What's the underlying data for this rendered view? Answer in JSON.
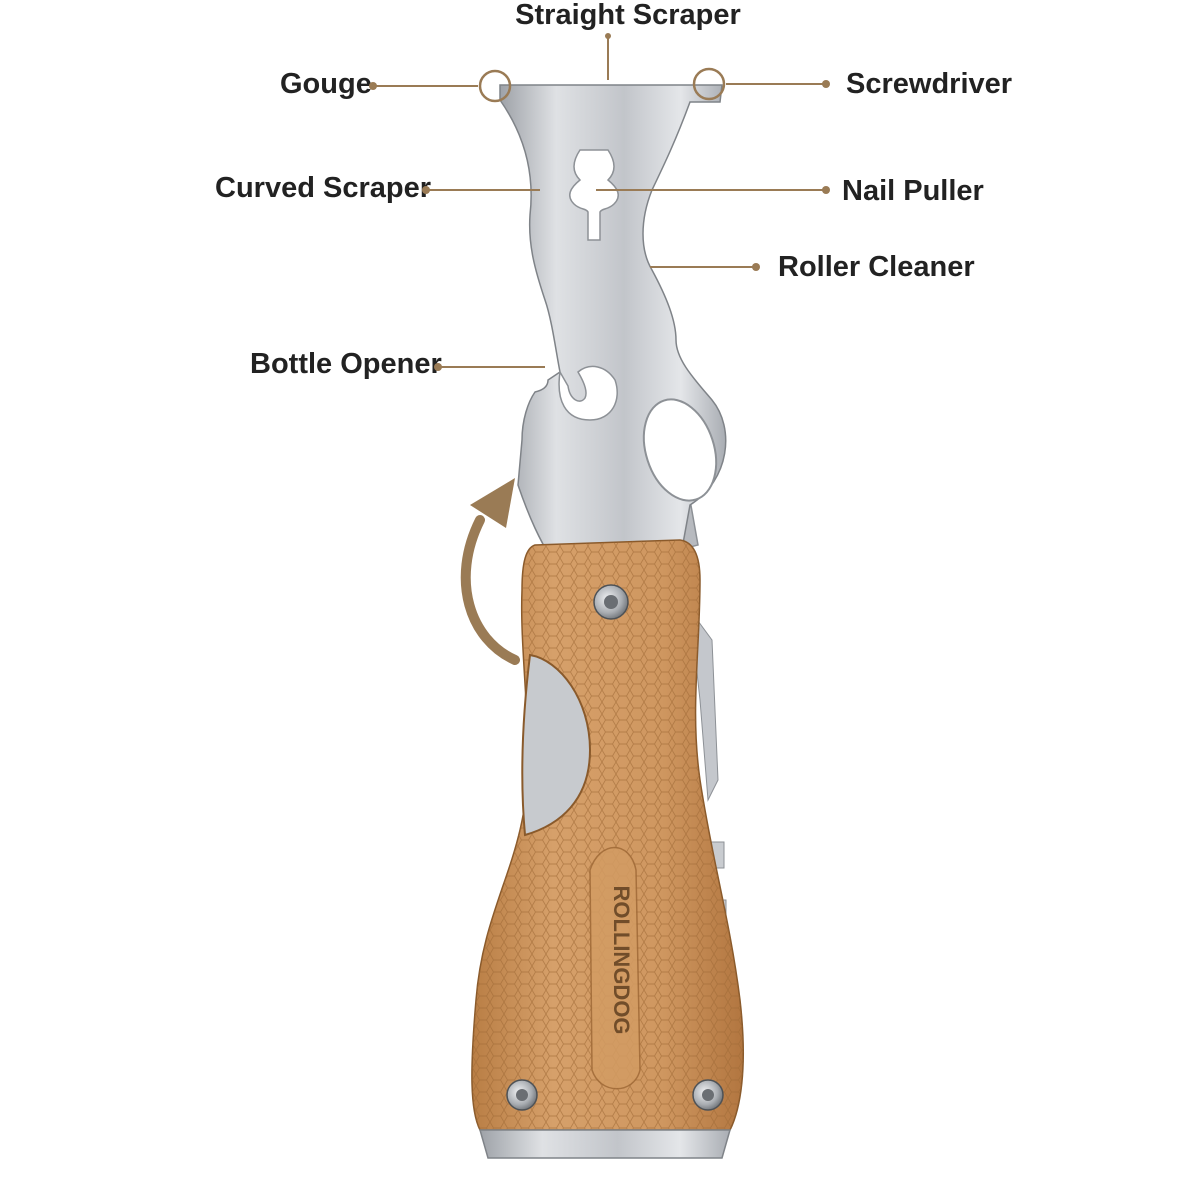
{
  "labels": {
    "straight_scraper": "Straight Scraper",
    "gouge": "Gouge",
    "screwdriver": "Screwdriver",
    "curved_scraper": "Curved Scraper",
    "nail_puller": "Nail Puller",
    "roller_cleaner": "Roller Cleaner",
    "bottle_opener": "Bottle Opener"
  },
  "brand": {
    "logo_text": "ROLLINGDOG"
  },
  "colors": {
    "accent": "#9a7b55",
    "label_text": "#222222",
    "steel": "#c9ccd0",
    "wood": "#c9935a"
  },
  "icons": {
    "rotation_arrow": "curved-arrow-icon"
  }
}
